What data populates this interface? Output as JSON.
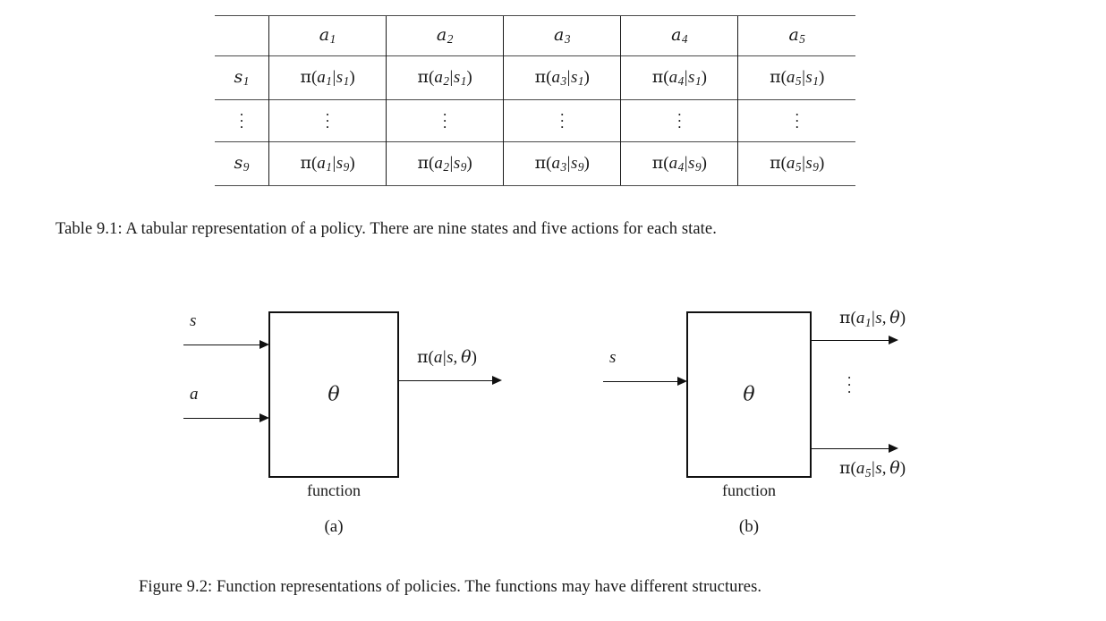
{
  "document": {
    "type": "textbook-page",
    "background_color": "#ffffff",
    "text_color": "#1a1a1a"
  },
  "table": {
    "id": "Table 9.1",
    "corner_header": "",
    "column_headers": [
      "a₁",
      "a₂",
      "a₃",
      "a₄",
      "a₅"
    ],
    "column_headers_parts": [
      {
        "base": "a",
        "sub": "1"
      },
      {
        "base": "a",
        "sub": "2"
      },
      {
        "base": "a",
        "sub": "3"
      },
      {
        "base": "a",
        "sub": "4"
      },
      {
        "base": "a",
        "sub": "5"
      }
    ],
    "rows": [
      {
        "row_header": "s₁",
        "row_header_parts": {
          "base": "s",
          "sub": "1"
        },
        "cells": [
          "π(a₁|s₁)",
          "π(a₂|s₁)",
          "π(a₃|s₁)",
          "π(a₄|s₁)",
          "π(a₅|s₁)"
        ],
        "cell_parts": [
          {
            "action": "a",
            "action_sub": "1",
            "state": "s",
            "state_sub": "1"
          },
          {
            "action": "a",
            "action_sub": "2",
            "state": "s",
            "state_sub": "1"
          },
          {
            "action": "a",
            "action_sub": "3",
            "state": "s",
            "state_sub": "1"
          },
          {
            "action": "a",
            "action_sub": "4",
            "state": "s",
            "state_sub": "1"
          },
          {
            "action": "a",
            "action_sub": "5",
            "state": "s",
            "state_sub": "1"
          }
        ]
      },
      {
        "row_header": "⋮",
        "is_ellipsis": true,
        "cells": [
          "⋮",
          "⋮",
          "⋮",
          "⋮",
          "⋮"
        ]
      },
      {
        "row_header": "s₉",
        "row_header_parts": {
          "base": "s",
          "sub": "9"
        },
        "cells": [
          "π(a₁|s₉)",
          "π(a₂|s₉)",
          "π(a₃|s₉)",
          "π(a₄|s₉)",
          "π(a₅|s₉)"
        ],
        "cell_parts": [
          {
            "action": "a",
            "action_sub": "1",
            "state": "s",
            "state_sub": "9"
          },
          {
            "action": "a",
            "action_sub": "2",
            "state": "s",
            "state_sub": "9"
          },
          {
            "action": "a",
            "action_sub": "3",
            "state": "s",
            "state_sub": "9"
          },
          {
            "action": "a",
            "action_sub": "4",
            "state": "s",
            "state_sub": "9"
          },
          {
            "action": "a",
            "action_sub": "5",
            "state": "s",
            "state_sub": "9"
          }
        ]
      }
    ],
    "caption": "Table 9.1: A tabular representation of a policy. There are nine states and five actions for each state."
  },
  "figure": {
    "id": "Figure 9.2",
    "caption": "Figure 9.2: Function representations of policies. The functions may have different structures.",
    "panels": [
      {
        "sub_label": "(a)",
        "box_label": "θ",
        "box_caption": "function",
        "inputs": [
          {
            "label": "s"
          },
          {
            "label": "a"
          }
        ],
        "outputs": [
          {
            "label": "π(a|s, θ)",
            "parts": {
              "action": "a",
              "action_sub": "",
              "state": "s",
              "theta": "θ"
            }
          }
        ],
        "has_vdots": false
      },
      {
        "sub_label": "(b)",
        "box_label": "θ",
        "box_caption": "function",
        "inputs": [
          {
            "label": "s"
          }
        ],
        "outputs": [
          {
            "label": "π(a₁|s, θ)",
            "parts": {
              "action": "a",
              "action_sub": "1",
              "state": "s",
              "theta": "θ"
            }
          },
          {
            "label": "π(a₅|s, θ)",
            "parts": {
              "action": "a",
              "action_sub": "5",
              "state": "s",
              "theta": "θ"
            }
          }
        ],
        "has_vdots": true,
        "vdots": "⋮"
      }
    ]
  }
}
